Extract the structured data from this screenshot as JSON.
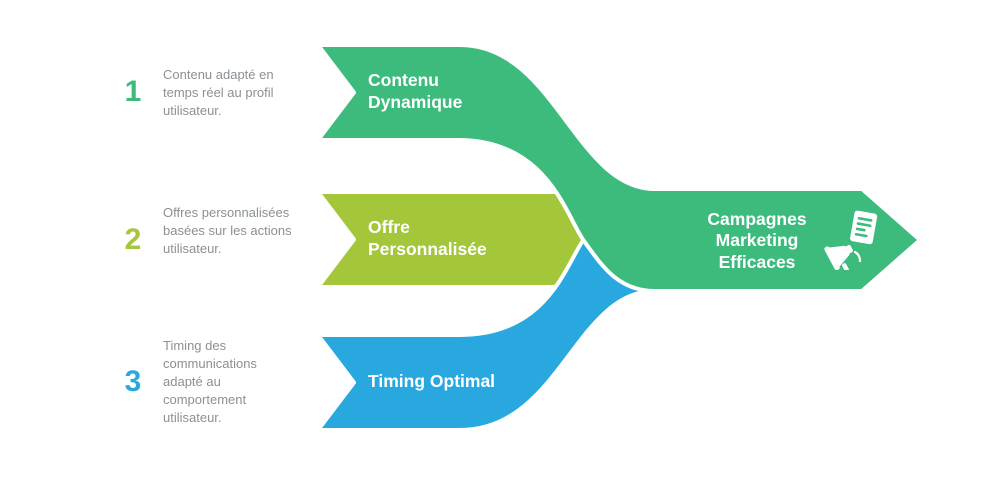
{
  "diagram": {
    "title_hint": "three inputs merging into one marketing arrow",
    "steps": [
      {
        "number": "1",
        "description": "Contenu adapté en temps réel au profil utilisateur.",
        "label": "Contenu Dynamique",
        "color": "#3dbb7d"
      },
      {
        "number": "2",
        "description": "Offres personnalisées basées sur les actions utilisateur.",
        "label": "Offre Personnalisée",
        "color": "#a4c63a"
      },
      {
        "number": "3",
        "description": "Timing des communications adapté au comportement utilisateur.",
        "label": "Timing Optimal",
        "color": "#29a8e0"
      }
    ],
    "result": {
      "label": "Campagnes Marketing Efficaces",
      "color": "#3dbb7d",
      "icon": "megaphone-icon"
    },
    "description_text_color": "#8b9094",
    "label_text_color": "#ffffff",
    "background_color": "#ffffff"
  }
}
